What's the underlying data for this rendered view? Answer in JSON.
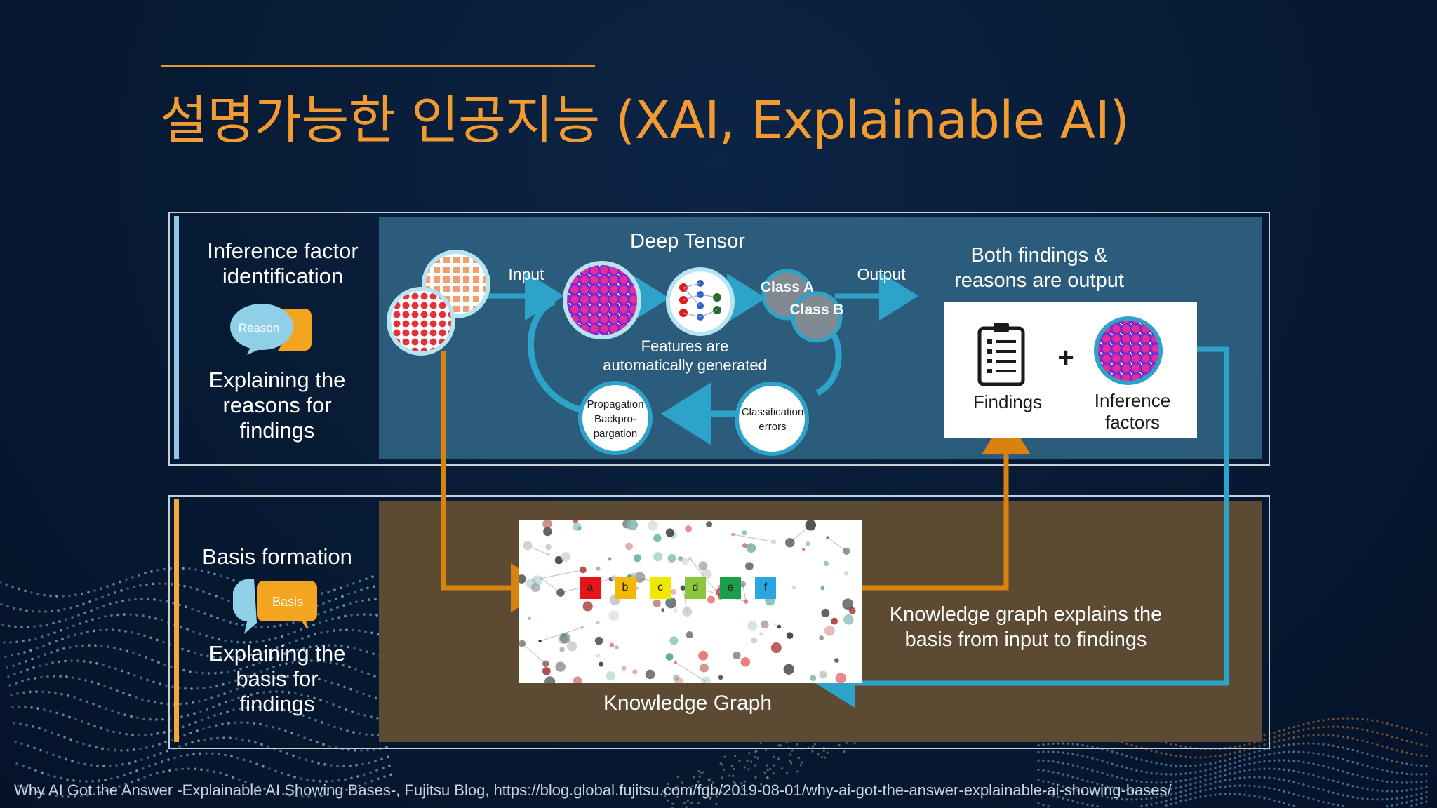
{
  "title": "설명가능한 인공지능 (XAI, Explainable AI)",
  "top_panel": {
    "heading": "Inference factor identification",
    "bubble_label": "Reason",
    "description": "Explaining the reasons for findings"
  },
  "bottom_panel": {
    "heading": "Basis formation",
    "bubble_label": "Basis",
    "description": "Explaining the basis for findings"
  },
  "deep_tensor": {
    "title": "Deep Tensor",
    "input_label": "Input",
    "output_label": "Output",
    "features_label": "Features are automatically generated",
    "class_a": "Class A",
    "class_b": "Class B",
    "backprop_label": "Propagation Backpro- pargation",
    "classification_label": "Classification errors"
  },
  "output_box": {
    "heading": "Both findings & reasons are output",
    "findings_label": "Findings",
    "plus": "+",
    "inference_label": "Inference factors"
  },
  "knowledge_graph": {
    "label": "Knowledge Graph",
    "explanation": "Knowledge graph explains the basis from input to findings",
    "path_nodes": [
      "a",
      "b",
      "c",
      "d",
      "e",
      "f"
    ],
    "path_colors": [
      "#e8141c",
      "#f5b800",
      "#f0e800",
      "#8cc63f",
      "#1aa04a",
      "#2aa7e0"
    ]
  },
  "colors": {
    "title": "#f29b32",
    "cyan_arrow": "#2ea3c9",
    "orange_arrow": "#d9820f",
    "top_fill": "#2c5c7b",
    "bottom_fill": "#5c4a33"
  },
  "credit": "Why AI Got the Answer -Explainable AI Showing Bases-, Fujitsu Blog, https://blog.global.fujitsu.com/fgb/2019-08-01/why-ai-got-the-answer-explainable-ai-showing-bases/"
}
